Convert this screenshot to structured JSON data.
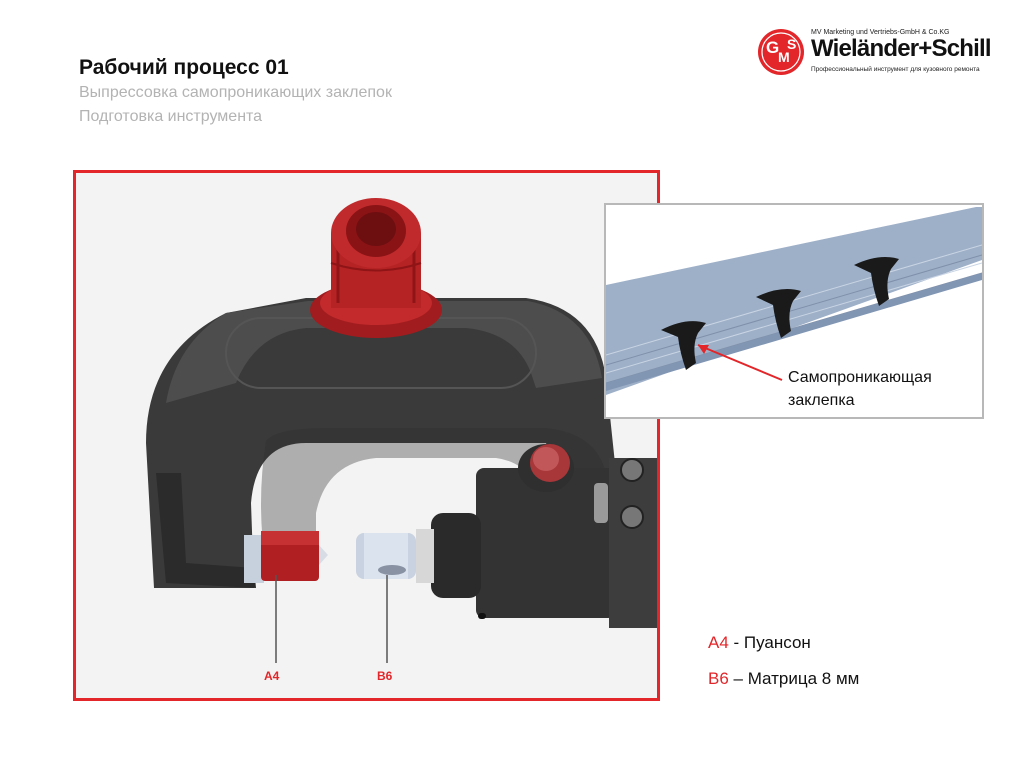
{
  "header": {
    "title": "Рабочий процесс 01",
    "subtitle_line1": "Выпрессовка самопроникающих заклепок",
    "subtitle_line2": "Подготовка инструмента"
  },
  "logo": {
    "company_line": "MV Marketing und Vertriebs-GmbH & Co.KG",
    "brand": "Wieländer+Schill",
    "tagline": "Профессиональный инструмент для кузовного ремонта",
    "monogram": "GMS",
    "colors": {
      "red": "#e2262a",
      "text": "#111111"
    }
  },
  "main_image": {
    "callout_a": "A4",
    "callout_b": "B6"
  },
  "inset": {
    "label_line1": "Самопроникающая",
    "label_line2": "заклепка"
  },
  "legend": {
    "items": [
      {
        "code": "A4",
        "separator": " - ",
        "text": "Пуансон"
      },
      {
        "code": "B6",
        "separator": " – ",
        "text": "Матрица 8 мм"
      }
    ]
  },
  "colors": {
    "accent": "#e2262a",
    "frame_border": "#e2262a",
    "inset_border": "#b8b8b8"
  }
}
